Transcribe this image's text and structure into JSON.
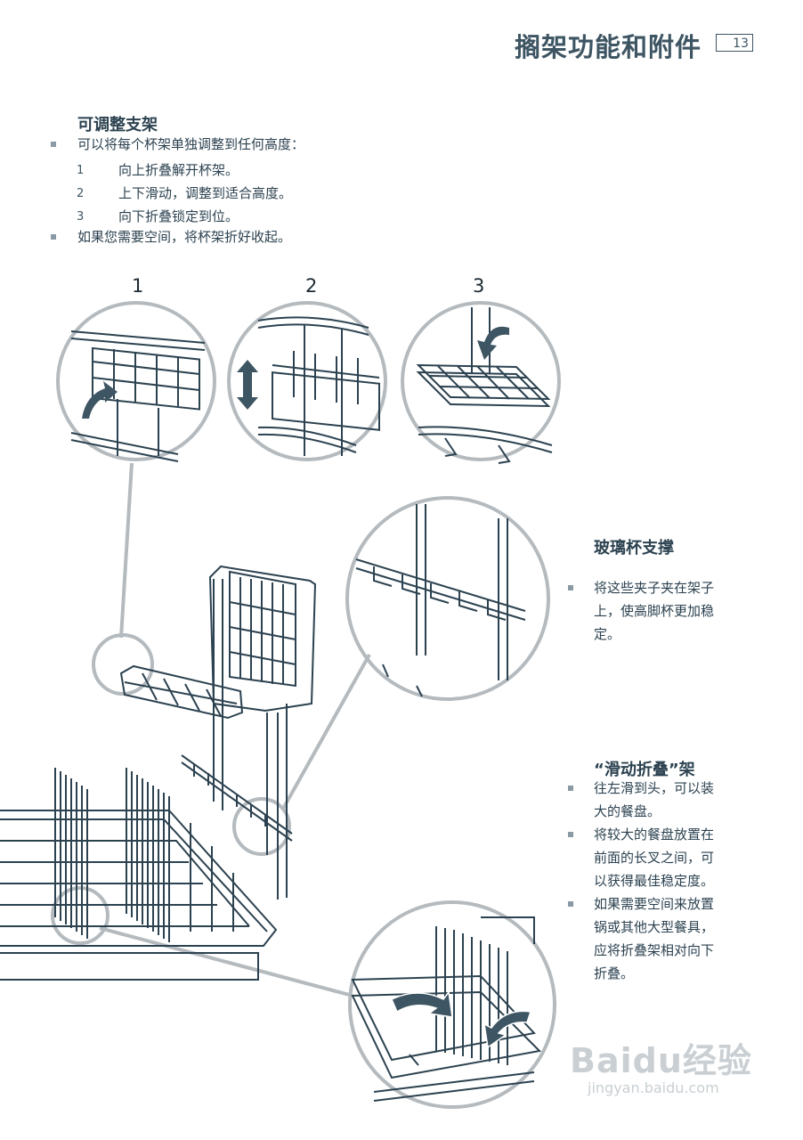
{
  "header": {
    "title": "搁架功能和附件",
    "page_number": "13"
  },
  "adjustable_rack": {
    "heading": "可调整支架",
    "intro": "可以将每个杯架单独调整到任何高度：",
    "steps": [
      {
        "num": "1",
        "text": "向上折叠解开杯架。"
      },
      {
        "num": "2",
        "text": "上下滑动，调整到适合高度。"
      },
      {
        "num": "3",
        "text": "向下折叠锁定到位。"
      }
    ],
    "note": "如果您需要空间，将杯架折好收起。"
  },
  "figure_labels": [
    "1",
    "2",
    "3"
  ],
  "glass_support": {
    "heading": "玻璃杯支撑",
    "lines": [
      "将这些夹子夹在架子",
      "上，使高脚杯更加稳",
      "定。"
    ]
  },
  "slide_fold_rack": {
    "heading": "“滑动折叠”架",
    "bullets": [
      [
        "往左滑到头，可以装",
        "大的餐盘。"
      ],
      [
        "将较大的餐盘放置在",
        "前面的长叉之间，可",
        "以获得最佳稳定度。"
      ],
      [
        "如果需要空间来放置",
        "锅或其他大型餐具，",
        "应将折叠架相对向下",
        "折叠。"
      ]
    ]
  },
  "watermark": {
    "logo_text": "Baidu经验",
    "url": "jingyan.baidu.com"
  },
  "colors": {
    "text": "#2c4250",
    "line_art": "#2c4250",
    "callout_circle": "#b4babe",
    "bullet": "#8a99a3"
  }
}
